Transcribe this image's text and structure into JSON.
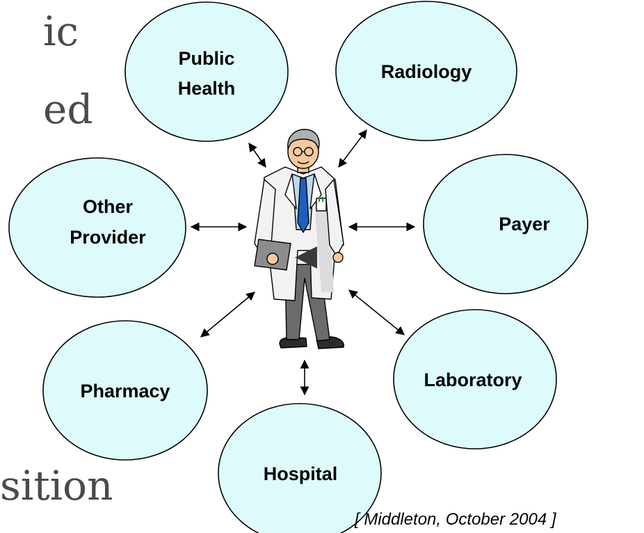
{
  "background_fragments": {
    "line1": "ic",
    "line2": "ed",
    "line3": "sition"
  },
  "nodes": {
    "public_health": [
      "Public",
      "Health"
    ],
    "radiology": [
      "Radiology"
    ],
    "other_provider": [
      "Other",
      "Provider"
    ],
    "payer": [
      "Payer"
    ],
    "pharmacy": [
      "Pharmacy"
    ],
    "laboratory": [
      "Laboratory"
    ],
    "hospital": [
      "Hospital"
    ]
  },
  "citation": "[ Middleton, October 2004 ]",
  "colors": {
    "node_fill": "#ddfbfb",
    "stroke": "#000000",
    "coat": "#f2f2f2",
    "tie": "#1f5fbf",
    "trousers": "#6b6b6b",
    "background_text": "#4a4a4a"
  }
}
